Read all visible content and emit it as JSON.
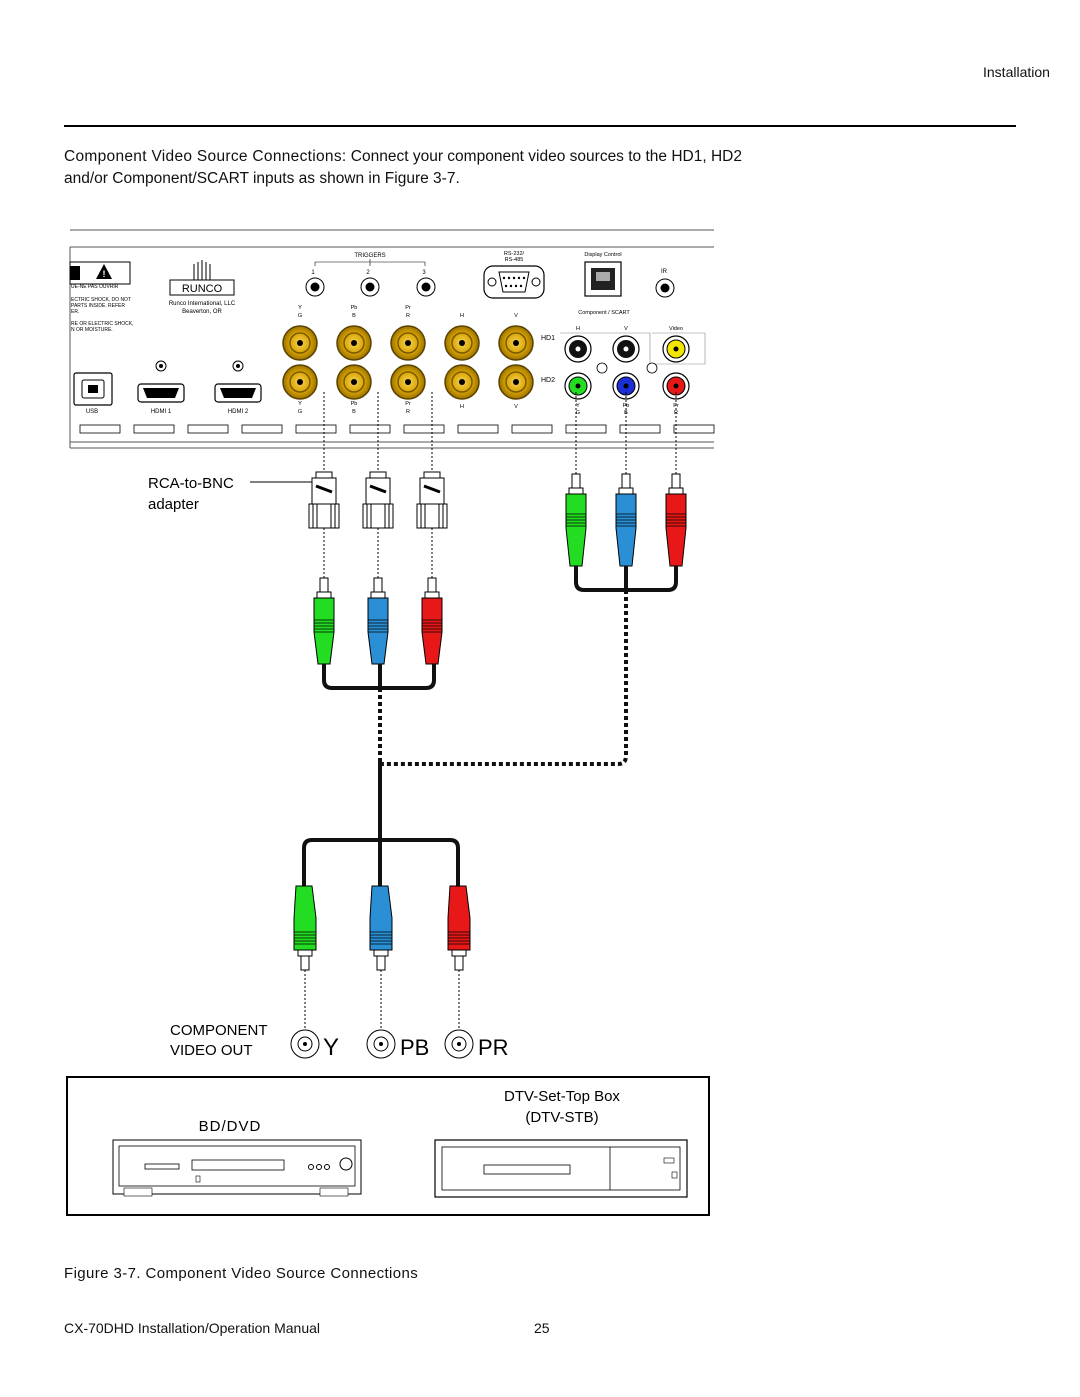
{
  "header": {
    "section": "Installation"
  },
  "intro": {
    "lead": "Component Video Source Connections:",
    "text": " Connect your component video sources to the HD1, HD2 and/or Component/SCART inputs as shown in Figure 3-7."
  },
  "panel": {
    "warning_lines": [
      "UE-NE PAS OUVRIR",
      "ECTRIC SHOCK, DO NOT",
      "PARTS INSIDE. REFER",
      "ER.",
      "RE OR ELECTRIC SHOCK,",
      "N OR MOISTURE."
    ],
    "brand": "RUNCO",
    "company": "Runco International, LLC",
    "city": "Beaverton, OR",
    "triggers_label": "TRIGGERS",
    "trigger_numbers": [
      "1",
      "2",
      "3"
    ],
    "rs232_label": "RS-232/",
    "rs485_label": "RS-485",
    "display_control_label": "Display Control",
    "ir_label": "IR",
    "bnc_top_labels": [
      "Y",
      "Pb",
      "Pr"
    ],
    "bnc_row_labels": [
      "G",
      "B",
      "R",
      "H",
      "V"
    ],
    "bnc_bottom_labels_top": [
      "Y",
      "Pb",
      "Pr"
    ],
    "bnc_bottom_labels": [
      "G",
      "B",
      "R",
      "H",
      "V"
    ],
    "hd1_label": "HD1",
    "hd2_label": "HD2",
    "component_scart_label": "Component / SCART",
    "scart_top_labels": [
      "H",
      "V",
      "Video"
    ],
    "scart_bottom_labels": [
      "Y",
      "Pb",
      "Pr"
    ],
    "scart_bottom_labels2": [
      "G",
      "B",
      "R"
    ],
    "port_labels": [
      "USB",
      "HDMI 1",
      "HDMI 2"
    ]
  },
  "adapter_label": [
    "RCA-to-BNC",
    "adapter"
  ],
  "component_out": {
    "label_line1": "COMPONENT",
    "label_line2": "VIDEO OUT",
    "jacks": [
      "Y",
      "PB",
      "PR"
    ]
  },
  "devices": {
    "bd_label": "BD/DVD",
    "stb_label_line1": "DTV-Set-Top Box",
    "stb_label_line2": "(DTV-STB)"
  },
  "caption": "Figure 3-7. Component Video Source Connections",
  "footer": {
    "manual": "CX-70DHD Installation/Operation Manual",
    "page": "25"
  },
  "colors": {
    "green": "#22dd22",
    "blue": "#2b8fd6",
    "red": "#e81818",
    "bnc_gold": "#d9a400",
    "yellow": "#f2e600"
  }
}
